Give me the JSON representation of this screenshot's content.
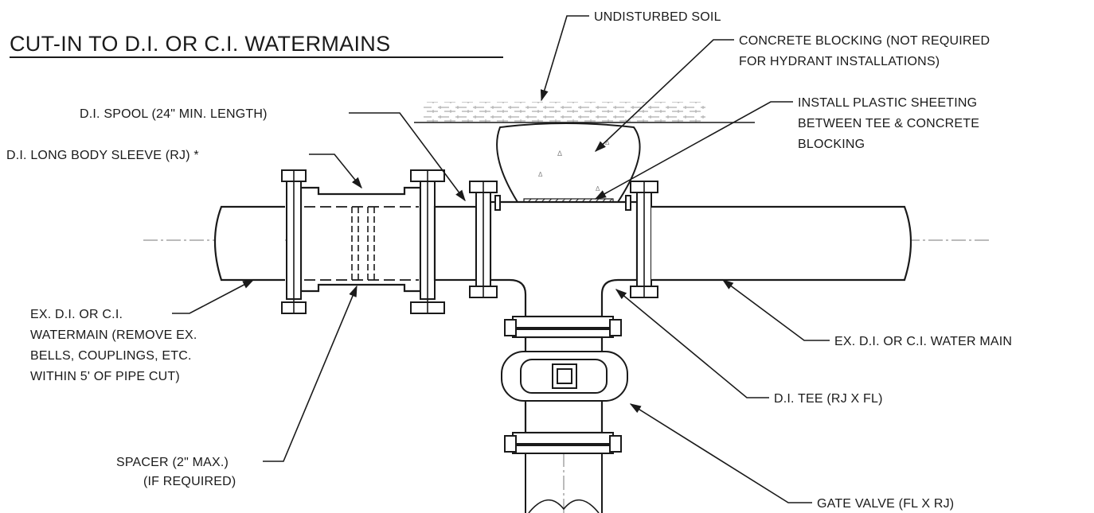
{
  "title": "CUT-IN TO D.I. OR C.I. WATERMAINS",
  "labels": {
    "undisturbed_soil": "UNDISTURBED SOIL",
    "concrete_blocking_1": "CONCRETE BLOCKING (NOT REQUIRED",
    "concrete_blocking_2": "FOR HYDRANT INSTALLATIONS)",
    "plastic_sheeting_1": "INSTALL PLASTIC SHEETING",
    "plastic_sheeting_2": "BETWEEN TEE & CONCRETE",
    "plastic_sheeting_3": "BLOCKING",
    "spool": "D.I. SPOOL (24\" MIN. LENGTH)",
    "sleeve": "D.I. LONG BODY SLEEVE (RJ) *",
    "existing_main_left_1": "EX. D.I. OR C.I.",
    "existing_main_left_2": "WATERMAIN (REMOVE EX.",
    "existing_main_left_3": "BELLS, COUPLINGS, ETC.",
    "existing_main_left_4": "WITHIN 5' OF PIPE CUT)",
    "existing_main_right": "EX. D.I. OR C.I. WATER MAIN",
    "tee": "D.I. TEE (RJ X FL)",
    "spacer_1": "SPACER (2\" MAX.)",
    "spacer_2": "(IF REQUIRED)",
    "gate_valve": "GATE VALVE (FL X RJ)"
  },
  "colors": {
    "ink": "#1a1a1a",
    "paper": "#ffffff"
  }
}
